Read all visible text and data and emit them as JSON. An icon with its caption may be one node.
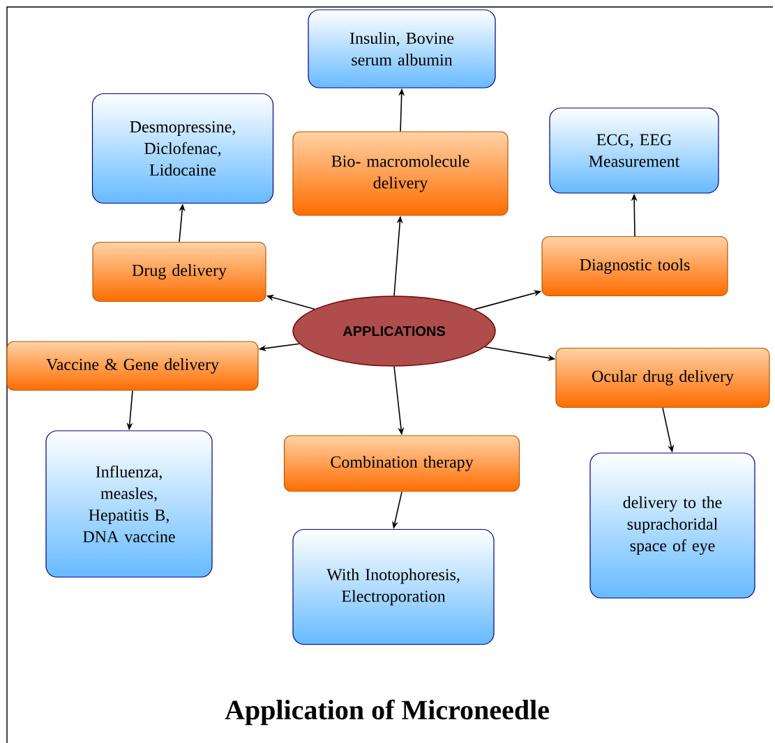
{
  "diagram": {
    "title": "Application of Microneedle",
    "nodes": [
      {
        "text": [
          "APPLICATIONS"
        ]
      },
      {
        "text": [
          "Bio- macromolecule delivery"
        ]
      },
      {
        "text": [
          "Insulin, Bovine serum albumin"
        ]
      },
      {
        "text": [
          "Drug delivery"
        ]
      },
      {
        "text": [
          "Desmopressine, Diclofenac, Lidocaine"
        ]
      },
      {
        "text": [
          "Diagnostic tools"
        ]
      },
      {
        "text": [
          "ECG, EEG Measurement"
        ]
      },
      {
        "text": [
          "Vaccine & Gene delivery"
        ]
      },
      {
        "text": [
          "Influenza, measles, Hepatitis B, DNA vaccine"
        ]
      },
      {
        "text": [
          "Combination therapy"
        ]
      },
      {
        "text": [
          "With Inotophoresis, Electroporation"
        ]
      },
      {
        "text": [
          "Ocular drug delivery"
        ]
      },
      {
        "text": [
          "delivery to the suprachoridal space of eye"
        ]
      }
    ],
    "edges": [
      {
        "from": 0,
        "to": 1,
        "arrow": "to"
      },
      {
        "from": 1,
        "to": 2,
        "arrow": "to"
      },
      {
        "from": 0,
        "to": 3,
        "arrow": "to"
      },
      {
        "from": 3,
        "to": 4,
        "arrow": "to"
      },
      {
        "from": 0,
        "to": 5,
        "arrow": "to"
      },
      {
        "from": 5,
        "to": 6,
        "arrow": "to"
      },
      {
        "from": 0,
        "to": 7,
        "arrow": "to"
      },
      {
        "from": 7,
        "to": 8,
        "arrow": "to"
      },
      {
        "from": 0,
        "to": 9,
        "arrow": "to"
      },
      {
        "from": 9,
        "to": 10,
        "arrow": "to"
      },
      {
        "from": 0,
        "to": 11,
        "arrow": "to"
      },
      {
        "from": 11,
        "to": 12,
        "arrow": "to"
      }
    ]
  }
}
